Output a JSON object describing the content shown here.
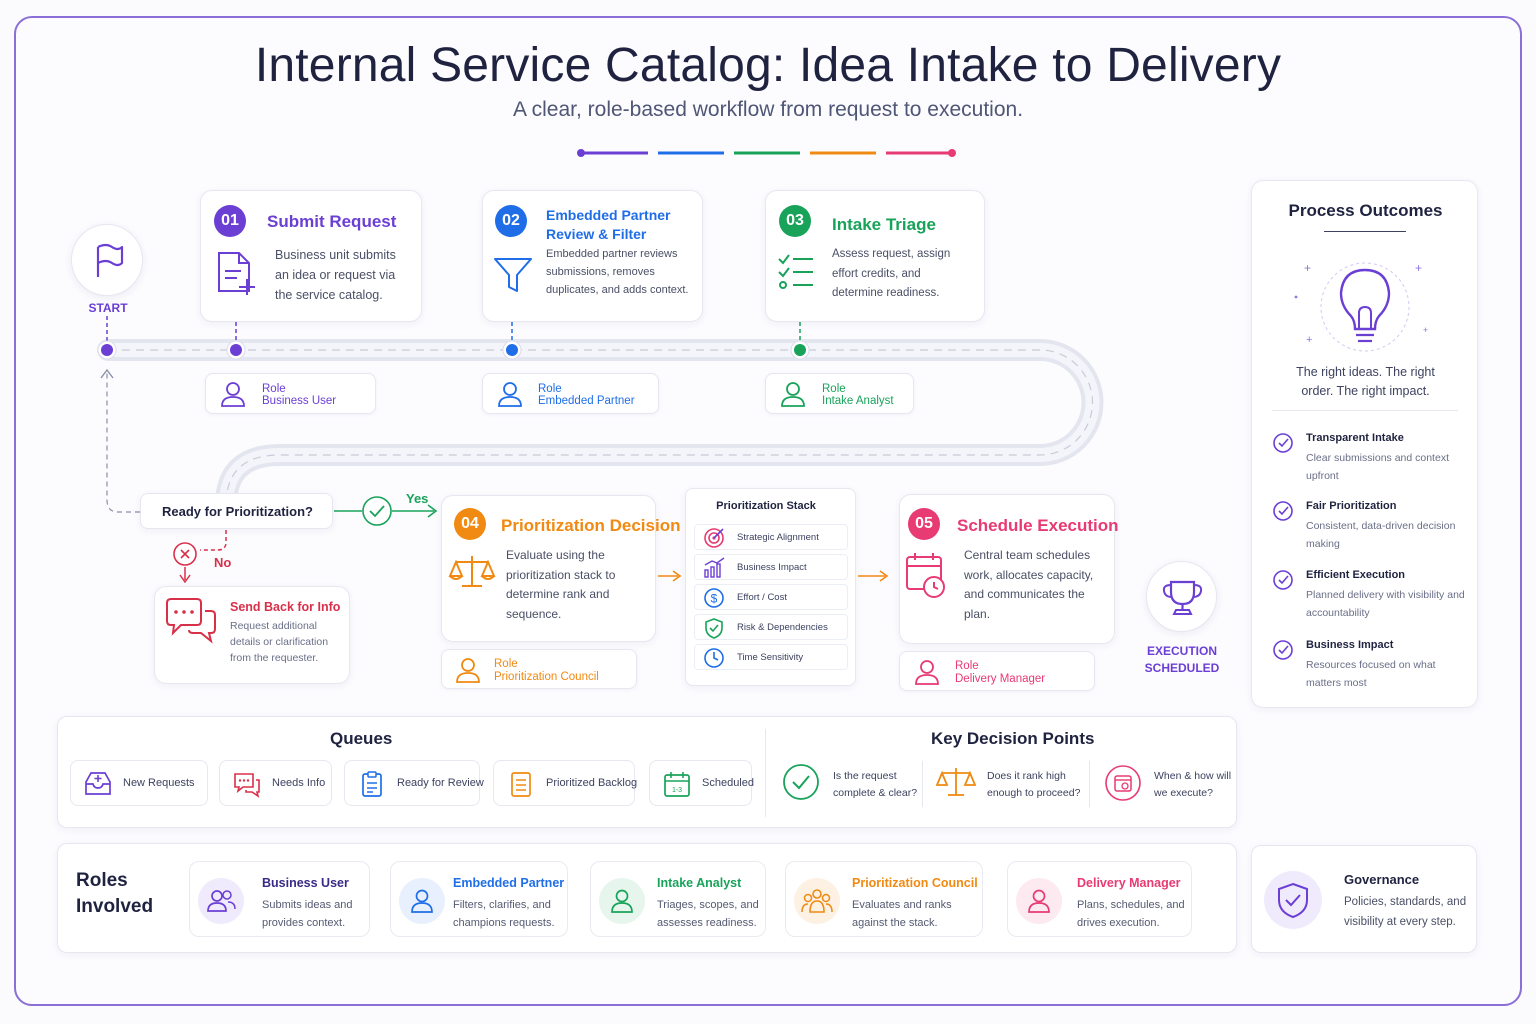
{
  "header": {
    "title": "Internal Service Catalog: Idea Intake to Delivery",
    "subtitle": "A clear, role-based workflow from request to execution."
  },
  "colors": {
    "purple": "#6b3fd4",
    "blue": "#1f6ee8",
    "green": "#19a35a",
    "orange": "#f08a12",
    "pink": "#e83a73",
    "red": "#d9304a"
  },
  "start": {
    "label": "START"
  },
  "steps": [
    {
      "num": "01",
      "title": "Submit Request",
      "desc": "Business unit submits an idea or request via the service catalog.",
      "role_label": "Role",
      "role": "Business User",
      "icon": "document-plus-icon"
    },
    {
      "num": "02",
      "title": "Embedded Partner Review & Filter",
      "desc": "Embedded partner reviews submissions, removes duplicates, and adds context.",
      "role_label": "Role",
      "role": "Embedded Partner",
      "icon": "filter-icon"
    },
    {
      "num": "03",
      "title": "Intake Triage",
      "desc": "Assess request, assign effort credits, and determine readiness.",
      "role_label": "Role",
      "role": "Intake Analyst",
      "icon": "checklist-icon"
    },
    {
      "num": "04",
      "title": "Prioritization Decision",
      "desc": "Evaluate using the prioritization stack to determine rank and sequence.",
      "role_label": "Role",
      "role": "Prioritization Council",
      "icon": "scale-icon"
    },
    {
      "num": "05",
      "title": "Schedule Execution",
      "desc": "Central team schedules work, allocates capacity, and communicates the plan.",
      "role_label": "Role",
      "role": "Delivery Manager",
      "icon": "calendar-clock-icon"
    }
  ],
  "decision": {
    "question": "Ready for Prioritization?",
    "yes": "Yes",
    "no": "No"
  },
  "send_back": {
    "title": "Send Back for Info",
    "desc": "Request additional details or clarification from the requester."
  },
  "stack": {
    "title": "Prioritization Stack",
    "items": [
      "Strategic Alignment",
      "Business Impact",
      "Effort / Cost",
      "Risk & Dependencies",
      "Time Sensitivity"
    ]
  },
  "end": {
    "label_line1": "EXECUTION",
    "label_line2": "SCHEDULED"
  },
  "outcomes": {
    "title": "Process Outcomes",
    "tagline": "The right ideas. The right order. The right impact.",
    "items": [
      {
        "title": "Transparent Intake",
        "desc": "Clear submissions and context upfront"
      },
      {
        "title": "Fair Prioritization",
        "desc": "Consistent, data-driven decision making"
      },
      {
        "title": "Efficient Execution",
        "desc": "Planned delivery with visibility and accountability"
      },
      {
        "title": "Business Impact",
        "desc": "Resources focused on what matters most"
      }
    ]
  },
  "queues": {
    "title": "Queues",
    "items": [
      "New Requests",
      "Needs Info",
      "Ready for Review",
      "Prioritized Backlog",
      "Scheduled"
    ]
  },
  "decision_points": {
    "title": "Key Decision Points",
    "items": [
      {
        "line1": "Is the request",
        "line2": "complete & clear?"
      },
      {
        "line1": "Does it rank high",
        "line2": "enough to proceed?"
      },
      {
        "line1": "When & how will",
        "line2": "we execute?"
      }
    ]
  },
  "roles": {
    "title_line1": "Roles",
    "title_line2": "Involved",
    "items": [
      {
        "name": "Business User",
        "desc_line1": "Submits ideas and",
        "desc_line2": "provides context."
      },
      {
        "name": "Embedded Partner",
        "desc_line1": "Filters, clarifies, and",
        "desc_line2": "champions requests."
      },
      {
        "name": "Intake Analyst",
        "desc_line1": "Triages, scopes, and",
        "desc_line2": "assesses readiness."
      },
      {
        "name": "Prioritization Council",
        "desc_line1": "Evaluates and ranks",
        "desc_line2": "against the stack."
      },
      {
        "name": "Delivery Manager",
        "desc_line1": "Plans, schedules, and",
        "desc_line2": "drives execution."
      }
    ]
  },
  "governance": {
    "title": "Governance",
    "desc_line1": "Policies, standards, and",
    "desc_line2": "visibility at every step."
  }
}
